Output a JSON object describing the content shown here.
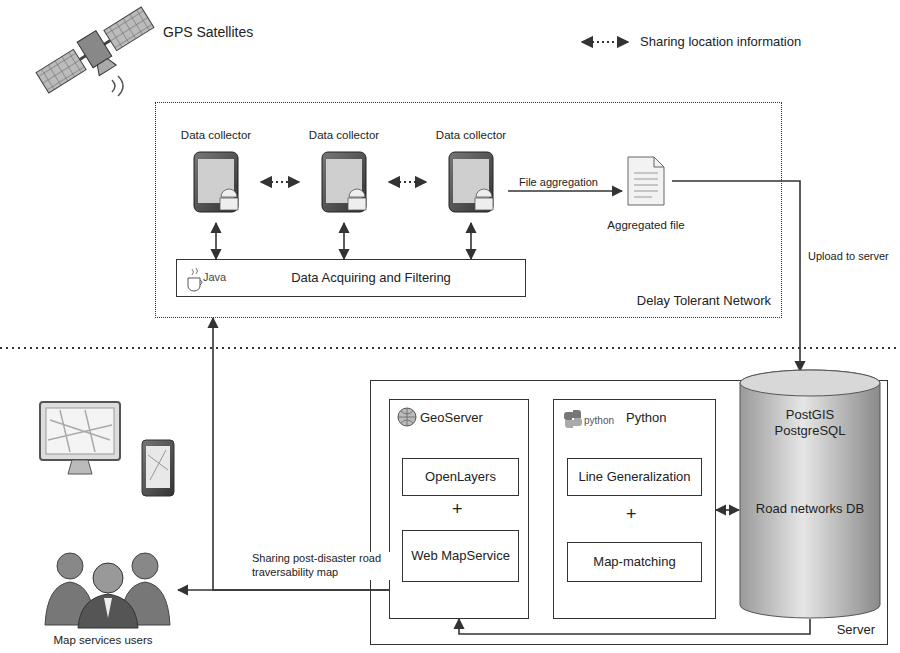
{
  "diagram": {
    "nodes": [
      {
        "text": [
          "Delay Tolerant Network"
        ]
      },
      {
        "text": [
          "Data collector"
        ],
        "in": 0
      },
      {
        "text": [
          "Data collector"
        ],
        "in": 0
      },
      {
        "text": [
          "Data collector"
        ],
        "in": 0
      },
      {
        "text": [
          "Java",
          "Data Acquiring and Filtering"
        ],
        "in": 0
      },
      {
        "text": [
          "Aggregated file"
        ],
        "in": 0
      },
      {
        "text": [
          "Server"
        ]
      },
      {
        "text": [
          "GeoServer"
        ],
        "in": 6
      },
      {
        "text": [
          "OpenLayers"
        ],
        "in": 7
      },
      {
        "text": [
          "Web MapService"
        ],
        "in": 7
      },
      {
        "text": [
          "python",
          "Python"
        ],
        "in": 6
      },
      {
        "text": [
          "Line Generalization"
        ],
        "in": 10
      },
      {
        "text": [
          "Map-matching"
        ],
        "in": 10
      },
      {
        "text": [
          "PostGIS PostgreSQL",
          "Road networks DB"
        ],
        "in": 6
      },
      {
        "text": [
          "Map services users"
        ]
      }
    ],
    "edges": [
      {
        "from": 1,
        "to": 2,
        "arrow": "both"
      },
      {
        "from": 2,
        "to": 3,
        "arrow": "both"
      },
      {
        "from": 1,
        "to": 4,
        "arrow": "both"
      },
      {
        "from": 2,
        "to": 4,
        "arrow": "both"
      },
      {
        "from": 3,
        "to": 4,
        "arrow": "both"
      },
      {
        "from": 3,
        "to": 5,
        "arrow": "to",
        "label": "File aggregation"
      },
      {
        "from": 5,
        "to": 13,
        "arrow": "to",
        "label": "Upload to server"
      },
      {
        "from": 10,
        "to": 13,
        "arrow": "both"
      },
      {
        "from": 13,
        "to": 7,
        "arrow": "to"
      },
      {
        "from": 7,
        "to": 14,
        "arrow": "to",
        "label": "Sharing post-disaster road traversability map"
      },
      {
        "from": 7,
        "to": 0,
        "arrow": "to"
      }
    ],
    "labels": [
      "GPS Satellites",
      "+",
      "+"
    ],
    "legend": [
      {
        "text": "Sharing location information"
      }
    ]
  }
}
